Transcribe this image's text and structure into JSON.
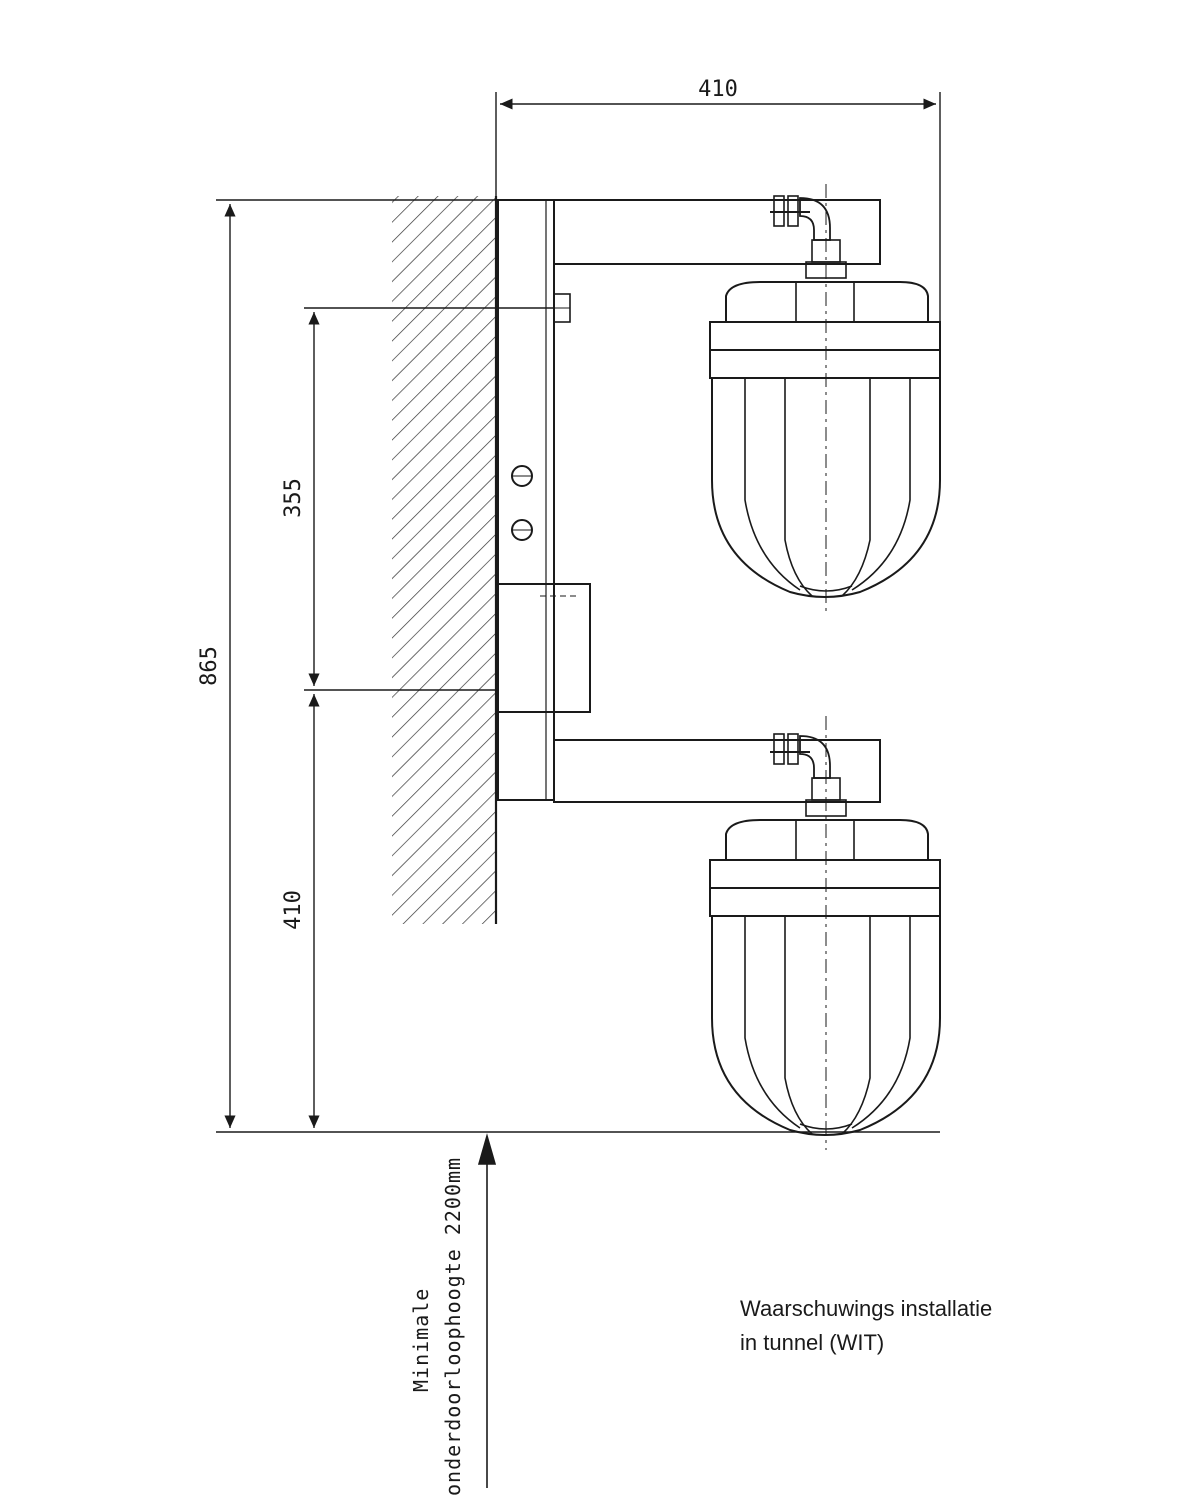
{
  "dimensions": {
    "width_top": "410",
    "height_total": "865",
    "height_mid": "355",
    "height_lower": "410"
  },
  "note": {
    "line1": "Minimale",
    "line2": "onderdoorloophoogte 2200mm"
  },
  "caption": {
    "line1": "Waarschuwings installatie",
    "line2": "in tunnel (WIT)"
  },
  "colors": {
    "ink": "#1a1a1a",
    "paper": "#ffffff"
  }
}
